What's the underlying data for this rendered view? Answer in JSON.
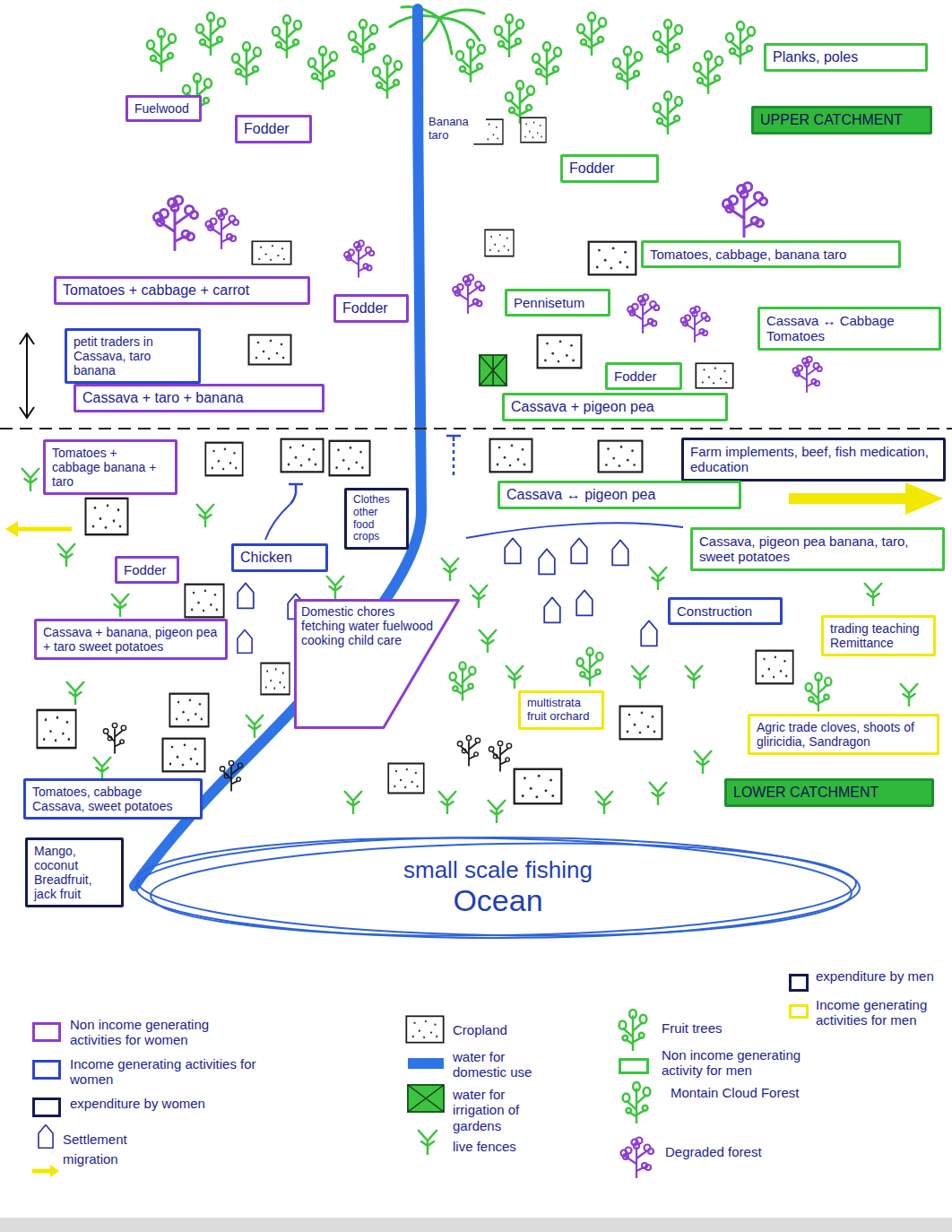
{
  "diagram": {
    "nodes": [
      {
        "text": [
          "Planks, poles"
        ]
      },
      {
        "text": [
          "Fuelwood"
        ]
      },
      {
        "text": [
          "Fodder"
        ]
      },
      {
        "text": [
          "UPPER CATCHMENT"
        ]
      },
      {
        "text": [
          "Fodder"
        ]
      },
      {
        "text": [
          "Tomatoes, cabbage, banana taro"
        ]
      },
      {
        "text": [
          "Tomatoes + cabbage + carrot"
        ]
      },
      {
        "text": [
          "Pennisetum"
        ]
      },
      {
        "text": [
          "Fodder"
        ]
      },
      {
        "text": [
          "Cassava ↔ Cabbage Tomatoes"
        ]
      },
      {
        "text": [
          "petit traders in Cassava, taro banana"
        ]
      },
      {
        "text": [
          "Fodder"
        ]
      },
      {
        "text": [
          "Cassava + taro + banana"
        ]
      },
      {
        "text": [
          "Cassava + pigeon pea"
        ]
      },
      {
        "text": [
          "Tomatoes + cabbage banana + taro"
        ]
      },
      {
        "text": [
          "Farm implements, beef, fish medication, education"
        ]
      },
      {
        "text": [
          "Cassava ↔ pigeon pea"
        ]
      },
      {
        "text": [
          "Clothes other food crops"
        ]
      },
      {
        "text": [
          "Chicken"
        ]
      },
      {
        "text": [
          "Fodder"
        ]
      },
      {
        "text": [
          "Cassava, pigeon pea banana, taro, sweet potatoes"
        ]
      },
      {
        "text": [
          "Domestic chores fetching water fuelwood cooking child care"
        ]
      },
      {
        "text": [
          "Construction"
        ]
      },
      {
        "text": [
          "Cassava + banana, pigeon pea + taro sweet potatoes"
        ]
      },
      {
        "text": [
          "trading teaching Remittance"
        ]
      },
      {
        "text": [
          "multistrata fruit orchard"
        ]
      },
      {
        "text": [
          "Agric trade cloves, shoots of gliricidia, Sandragon"
        ]
      },
      {
        "text": [
          "LOWER CATCHMENT"
        ]
      },
      {
        "text": [
          "Tomatoes, cabbage Cassava, sweet potatoes"
        ]
      },
      {
        "text": [
          "Mango, coconut Breadfruit, jack fruit"
        ]
      },
      {
        "text": [
          "small scale fishing",
          "Ocean"
        ]
      }
    ],
    "labels": [
      "Banana taro"
    ],
    "legend": [
      {
        "text": "expenditure by men",
        "color": "#151a52"
      },
      {
        "text": "Income generating activities for men",
        "color": "#f3e800"
      },
      {
        "text": "Non income generating activities for women",
        "color": "#8b3dd1"
      },
      {
        "text": "Income generating activities for women",
        "color": "#2a45d0"
      },
      {
        "text": "expenditure by women",
        "color": "#151a52"
      },
      {
        "text": "Settlement"
      },
      {
        "text": "migration"
      },
      {
        "text": "Cropland"
      },
      {
        "text": "water for domestic use",
        "color": "#2f74e6"
      },
      {
        "text": "water for irrigation of gardens"
      },
      {
        "text": "live fences"
      },
      {
        "text": "Fruit trees"
      },
      {
        "text": "Non income generating activity for men",
        "color": "#3cc43f"
      },
      {
        "text": "Montain Cloud Forest"
      },
      {
        "text": "Degraded forest"
      }
    ]
  }
}
